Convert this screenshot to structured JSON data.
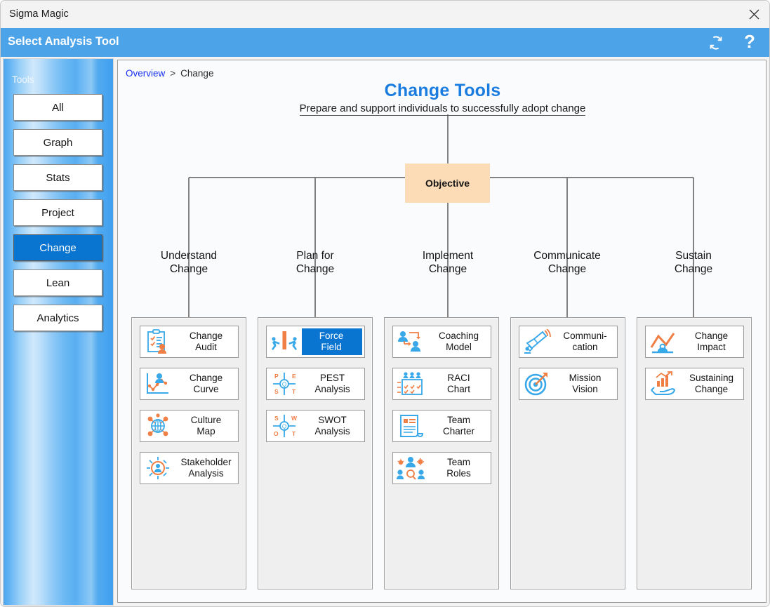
{
  "window": {
    "title": "Sigma Magic",
    "close_icon": "close-icon"
  },
  "header": {
    "title": "Select Analysis Tool",
    "refresh_icon": "refresh-icon",
    "help_icon": "help-icon",
    "help_glyph": "?",
    "accent_color": "#4da3e8"
  },
  "sidebar": {
    "label": "Tools",
    "items": [
      {
        "label": "All",
        "selected": false
      },
      {
        "label": "Graph",
        "selected": false
      },
      {
        "label": "Stats",
        "selected": false
      },
      {
        "label": "Project",
        "selected": false
      },
      {
        "label": "Change",
        "selected": true
      },
      {
        "label": "Lean",
        "selected": false
      },
      {
        "label": "Analytics",
        "selected": false
      }
    ],
    "selected_color": "#0a75d0"
  },
  "breadcrumb": {
    "root": "Overview",
    "separator": ">",
    "current": "Change"
  },
  "main": {
    "title": "Change Tools",
    "title_color": "#1b7ce0",
    "subtitle": "Prepare and support individuals to successfully adopt change",
    "objective": {
      "label": "Objective",
      "fill_color": "#fcdcb7"
    },
    "columns": [
      {
        "heading_line1": "Understand",
        "heading_line2": "Change",
        "tools": [
          {
            "line1": "Change",
            "line2": "Audit",
            "icon": "clipboard-checklist-person-icon",
            "selected": false
          },
          {
            "line1": "Change",
            "line2": "Curve",
            "icon": "line-chart-person-icon",
            "selected": false
          },
          {
            "line1": "Culture",
            "line2": "Map",
            "icon": "globe-network-icon",
            "selected": false
          },
          {
            "line1": "Stakeholder",
            "line2": "Analysis",
            "icon": "person-radial-icon",
            "selected": false
          }
        ]
      },
      {
        "heading_line1": "Plan for",
        "heading_line2": "Change",
        "tools": [
          {
            "line1": "Force",
            "line2": "Field",
            "icon": "two-people-pushing-wall-icon",
            "selected": true
          },
          {
            "line1": "PEST",
            "line2": "Analysis",
            "icon": "pest-quadrant-icon",
            "selected": false
          },
          {
            "line1": "SWOT",
            "line2": "Analysis",
            "icon": "swot-quadrant-icon",
            "selected": false
          }
        ]
      },
      {
        "heading_line1": "Implement",
        "heading_line2": "Change",
        "tools": [
          {
            "line1": "Coaching",
            "line2": "Model",
            "icon": "two-persons-arrows-icon",
            "selected": false
          },
          {
            "line1": "RACI",
            "line2": "Chart",
            "icon": "matrix-checkmarks-icon",
            "selected": false
          },
          {
            "line1": "Team",
            "line2": "Charter",
            "icon": "document-scroll-icon",
            "selected": false
          },
          {
            "line1": "Team",
            "line2": "Roles",
            "icon": "people-gears-icon",
            "selected": false
          }
        ]
      },
      {
        "heading_line1": "Communicate",
        "heading_line2": "Change",
        "tools": [
          {
            "line1": "Communi-",
            "line2": "cation",
            "icon": "megaphone-icon",
            "selected": false
          },
          {
            "line1": "Mission",
            "line2": "Vision",
            "icon": "target-arrow-icon",
            "selected": false
          }
        ]
      },
      {
        "heading_line1": "Sustain",
        "heading_line2": "Change",
        "tools": [
          {
            "line1": "Change",
            "line2": "Impact",
            "icon": "peak-chart-person-icon",
            "selected": false
          },
          {
            "line1": "Sustaining",
            "line2": "Change",
            "icon": "hand-growth-bars-icon",
            "selected": false
          }
        ]
      }
    ]
  }
}
